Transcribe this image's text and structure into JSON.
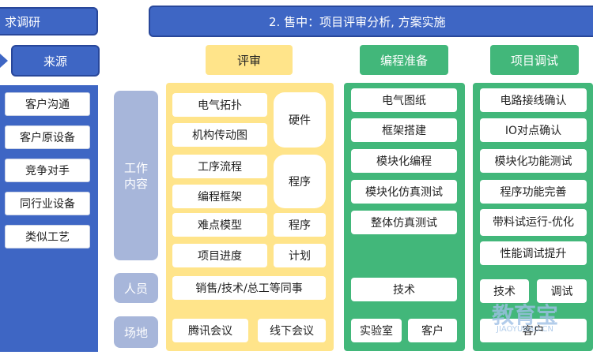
{
  "left": {
    "banner": "求调研",
    "tag": "来源",
    "items": [
      "客户沟通",
      "客户原设备",
      "竞争对手",
      "同行业设备",
      "类似工艺"
    ]
  },
  "main": {
    "banner": "2. 售中：项目评审分析, 方案实施"
  },
  "row_labels": {
    "work": "工作\n内容",
    "people": "人员",
    "site": "场地"
  },
  "review": {
    "title": "评审",
    "items": [
      "电气拓扑",
      "机构传动图",
      "工序流程",
      "编程框架",
      "难点模型",
      "项目进度"
    ],
    "side": {
      "hardware": "硬件",
      "program1": "程序",
      "program2": "程序",
      "plan": "计划"
    },
    "people": "销售/技术/总工等同事",
    "site": [
      "腾讯会议",
      "线下会议"
    ]
  },
  "prep": {
    "title": "编程准备",
    "items": [
      "电气图纸",
      "框架搭建",
      "模块化编程",
      "模块化仿真测试",
      "整体仿真测试"
    ],
    "people": "技术",
    "site": [
      "实验室",
      "客户"
    ]
  },
  "debug": {
    "title": "项目调试",
    "items": [
      "电路接线确认",
      "IO对点确认",
      "模块化功能测试",
      "程序功能完善",
      "带料试运行-优化",
      "性能调试提升"
    ],
    "people": [
      "技术",
      "调试"
    ],
    "site": "客户"
  },
  "watermark": {
    "logo": "教育宝",
    "url": "JIAOYUBAO.CN"
  }
}
